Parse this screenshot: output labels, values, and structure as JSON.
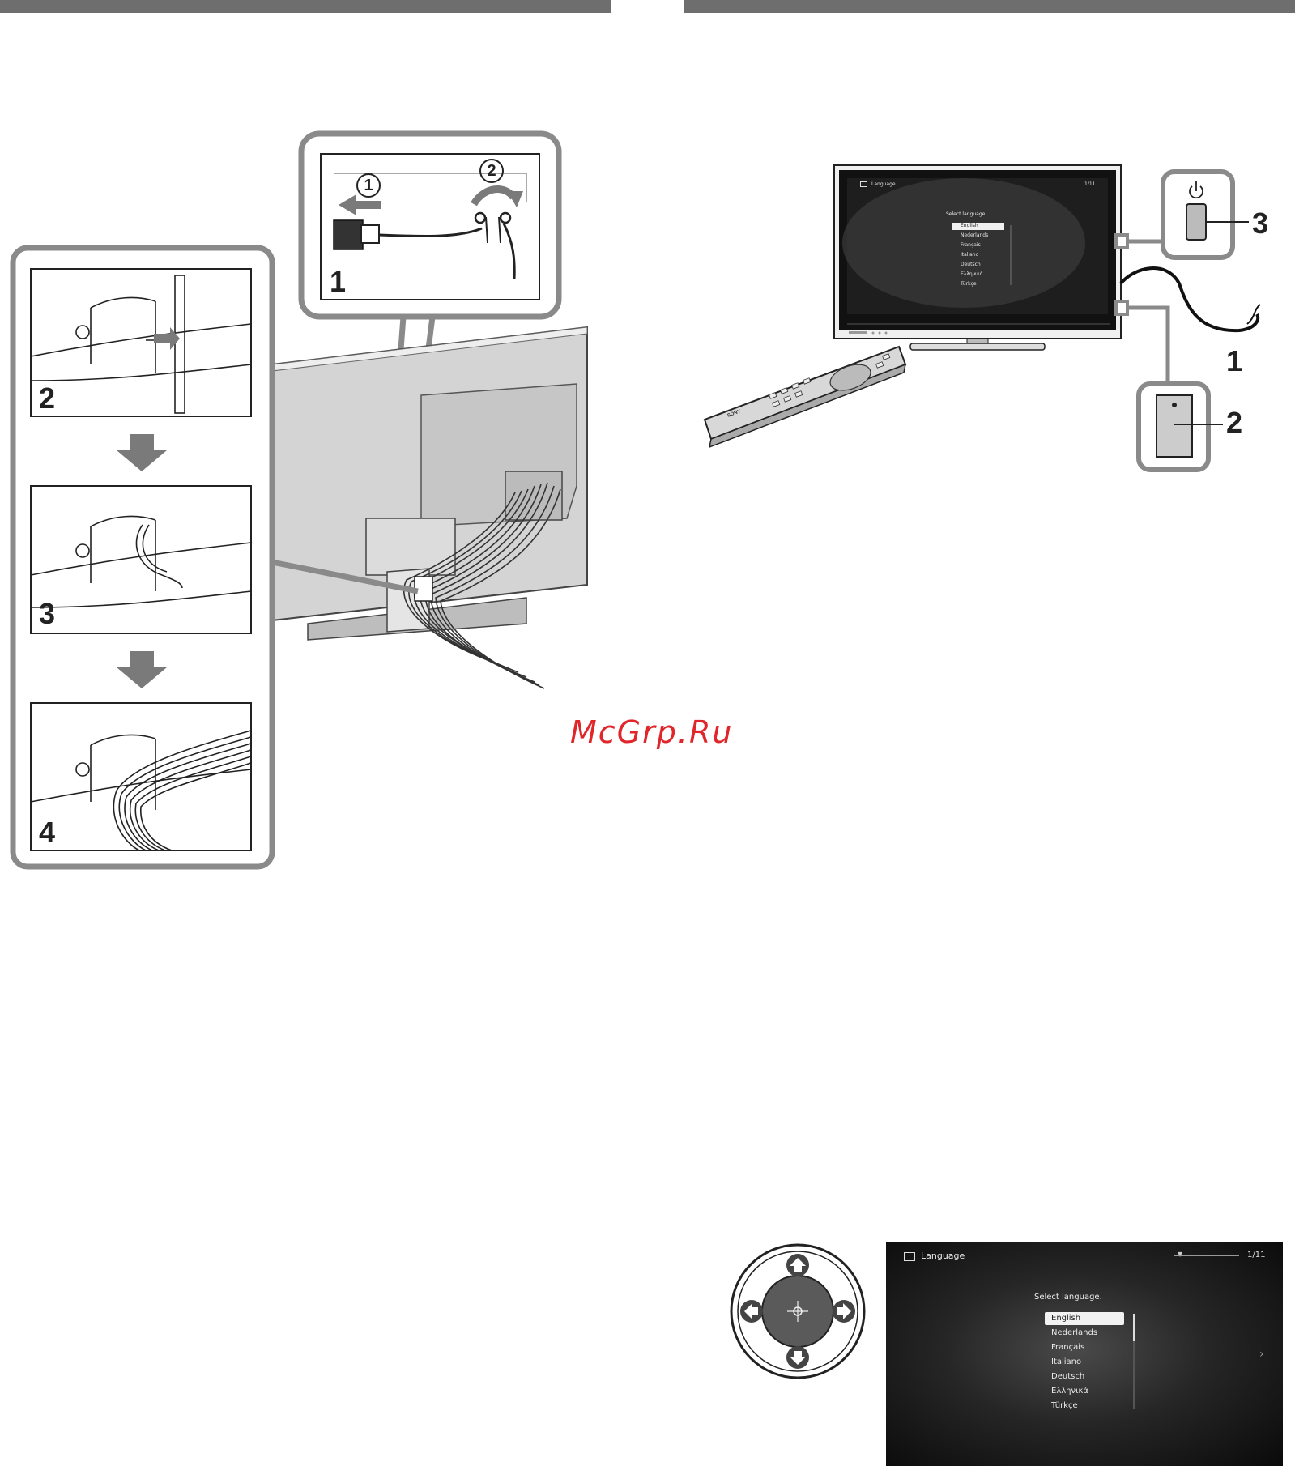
{
  "header_bars": [
    "left",
    "right"
  ],
  "left_figure": {
    "inset_top": {
      "step": "1",
      "substeps": [
        "1",
        "2"
      ]
    },
    "cable_steps": [
      {
        "step": "2"
      },
      {
        "step": "3"
      },
      {
        "step": "4"
      }
    ]
  },
  "right_figure": {
    "callouts": [
      "3",
      "1",
      "2"
    ],
    "tv_screen": {
      "title": "Language",
      "page": "1/11",
      "prompt": "Select language.",
      "options": [
        "English",
        "Nederlands",
        "Français",
        "Italiano",
        "Deutsch",
        "Ελληνικά",
        "Türkçe"
      ],
      "selected": "English"
    },
    "remote_brand": "SONY"
  },
  "watermark": "McGrp.Ru",
  "language_screen": {
    "title": "Language",
    "page": "1/11",
    "prompt": "Select language.",
    "options": [
      "English",
      "Nederlands",
      "Français",
      "Italiano",
      "Deutsch",
      "Ελληνικά",
      "Türkçe"
    ],
    "selected": "English"
  },
  "icons": [
    "power-icon",
    "arrow-down-icon",
    "arrow-left-icon",
    "rotate-arrow-icon",
    "dpad-icon",
    "settings-toolbox-icon"
  ],
  "colors": {
    "frame_gray": "#8a8a8a",
    "watermark_red": "#e0262a",
    "header_gray": "#6e6e6e"
  }
}
